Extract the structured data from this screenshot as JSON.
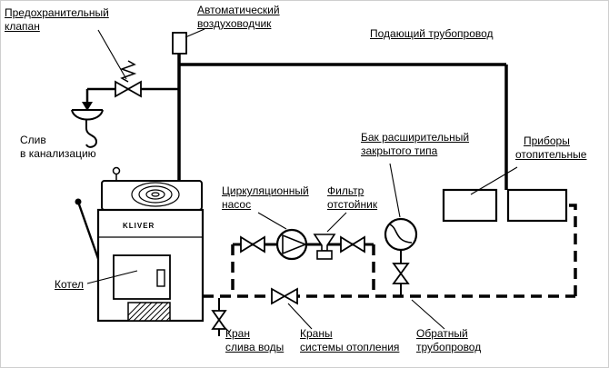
{
  "figure": {
    "colors": {
      "line": "#000000",
      "background": "#ffffff"
    },
    "labels": {
      "safety_valve": [
        "Предохранительный",
        "клапан"
      ],
      "air_vent": [
        "Автоматический",
        "воздуховодчик"
      ],
      "supply_pipe": [
        "Подающий трубопровод"
      ],
      "drain_sewer": [
        "Слив",
        "в канализацию"
      ],
      "expansion_tank": [
        "Бак расширительный",
        "закрытого типа"
      ],
      "radiators": [
        "Приборы",
        "отопительные"
      ],
      "pump": [
        "Циркуляционный",
        "насос"
      ],
      "filter": [
        "Фильтр",
        "отстойник"
      ],
      "boiler": [
        "Котел"
      ],
      "boiler_brand": "KLIVER",
      "drain_valve": [
        "Кран",
        "слива воды"
      ],
      "system_valves": [
        "Краны",
        "системы отопления"
      ],
      "return_pipe": [
        "Обратный",
        "трубопровод"
      ]
    }
  }
}
